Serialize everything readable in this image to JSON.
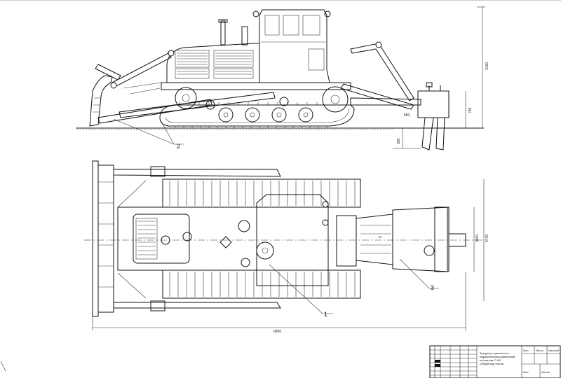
{
  "labels": {
    "callout_1": "1",
    "callout_2": "2",
    "callout_3": "3"
  },
  "dimensions": {
    "side_height": "3120",
    "side_rear": "755",
    "side_ripper": "560",
    "side_depth": "300",
    "plan_width_1": "3400",
    "plan_width_2": "2740",
    "plan_length": "6850",
    "plan_small": "50"
  },
  "title_block": {
    "title_lines": [
      "Бульдозер и рыхлитель с",
      "гидравлическим управлением",
      "на тракторе Т-140",
      "(Общий вид) чертеж"
    ],
    "col_headers": [
      "Лист",
      "Масса",
      "Масштаб"
    ],
    "sheet_labels": [
      "Лист",
      "Листов"
    ]
  },
  "colors": {
    "line": "#111111",
    "background": "#ffffff"
  }
}
